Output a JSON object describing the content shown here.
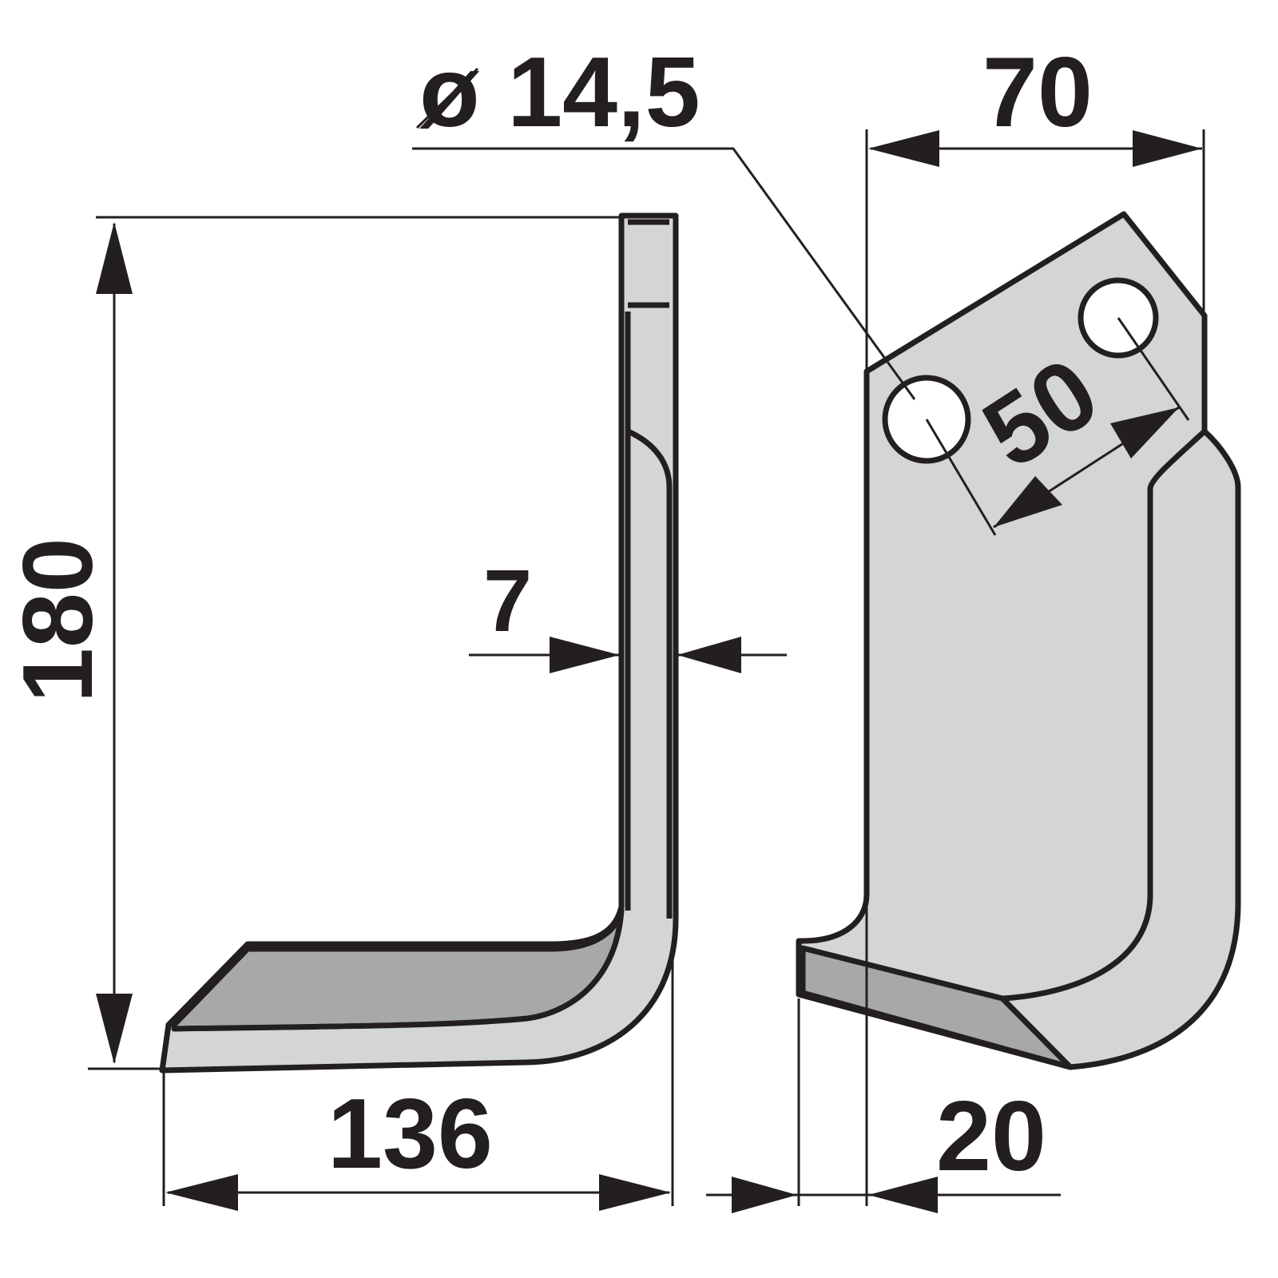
{
  "title": "Tiller blade technical drawing",
  "colors": {
    "light": "#d4d5d7",
    "dark": "#a7a8aa",
    "stroke": "#231f20"
  },
  "dimensions": {
    "hole_diameter": "ø 14,5",
    "width_top": "70",
    "height": "180",
    "thickness": "7",
    "hole_spacing": "50",
    "length_bottom": "136",
    "offset": "20"
  }
}
